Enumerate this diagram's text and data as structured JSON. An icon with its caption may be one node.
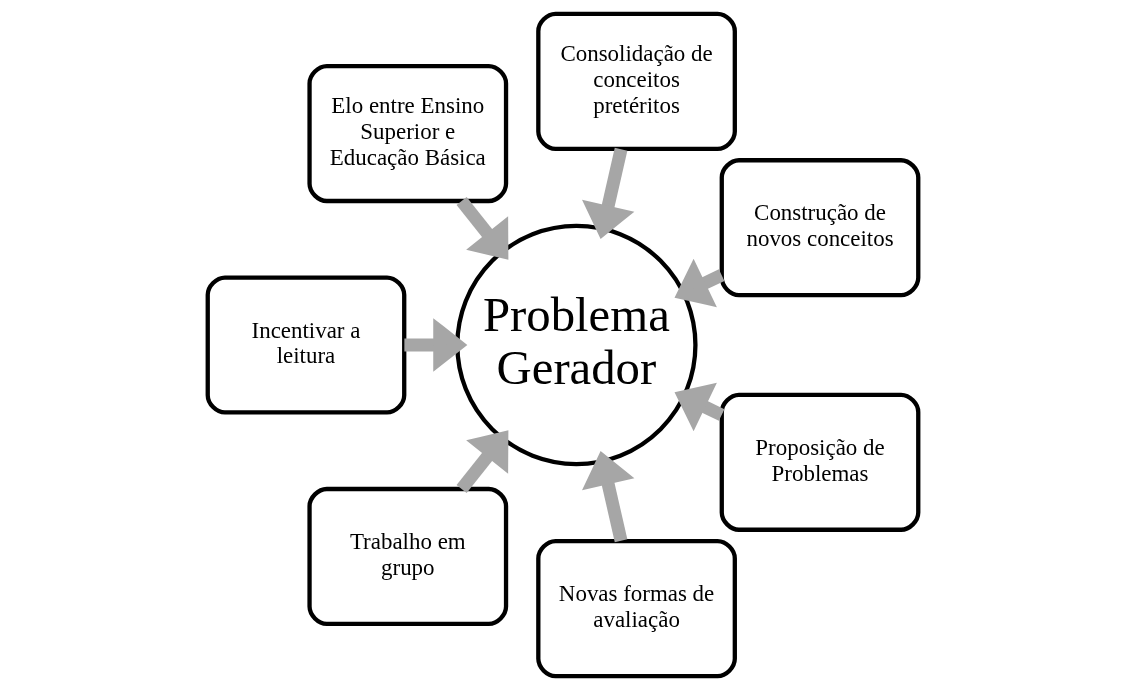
{
  "diagram": {
    "nodes": [
      {
        "text": [
          "Problema Gerador"
        ]
      },
      {
        "text": [
          "Construção de novos conceitos"
        ]
      },
      {
        "text": [
          "Consolidação de conceitos pretéritos"
        ]
      },
      {
        "text": [
          "Elo entre Ensino Superior e Educação Básica"
        ]
      },
      {
        "text": [
          "Incentivar a leitura"
        ]
      },
      {
        "text": [
          "Trabalho em grupo"
        ]
      },
      {
        "text": [
          "Novas formas de avaliação"
        ]
      },
      {
        "text": [
          "Proposição de Problemas"
        ]
      }
    ],
    "edges": [
      {
        "from": 1,
        "to": 0,
        "arrow": "to"
      },
      {
        "from": 2,
        "to": 0,
        "arrow": "to"
      },
      {
        "from": 3,
        "to": 0,
        "arrow": "to"
      },
      {
        "from": 4,
        "to": 0,
        "arrow": "to"
      },
      {
        "from": 5,
        "to": 0,
        "arrow": "to"
      },
      {
        "from": 6,
        "to": 0,
        "arrow": "to"
      },
      {
        "from": 7,
        "to": 0,
        "arrow": "to"
      }
    ]
  }
}
